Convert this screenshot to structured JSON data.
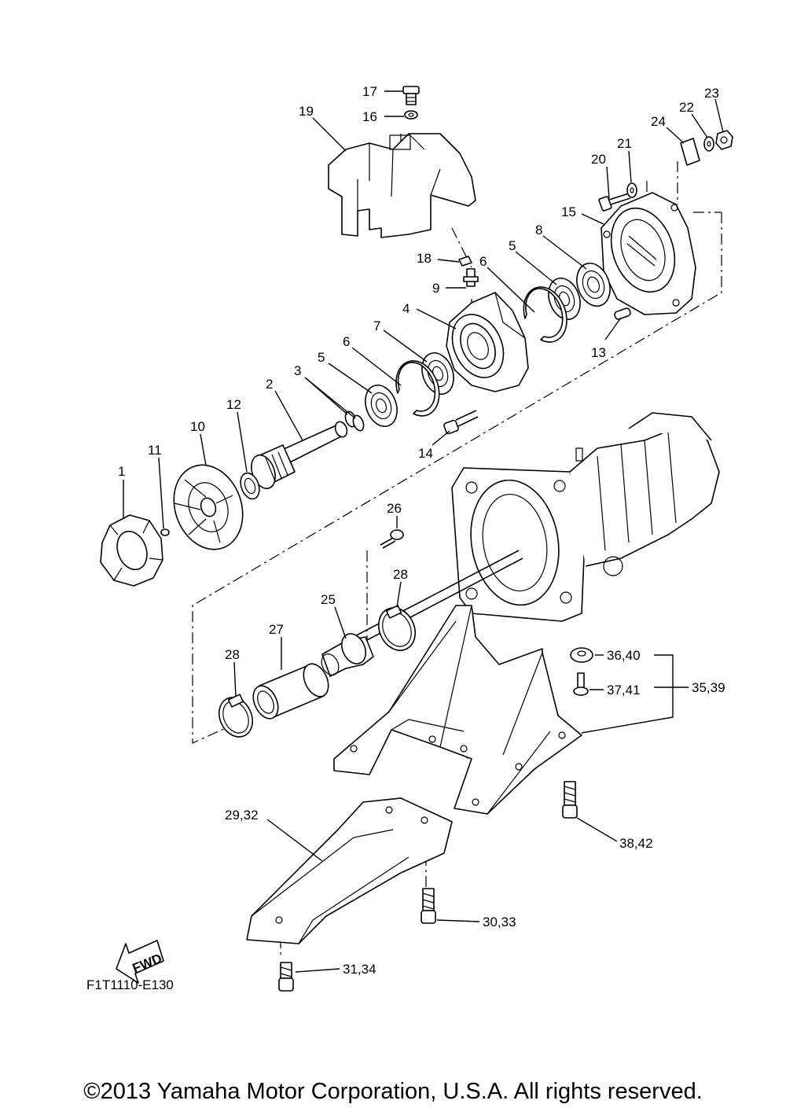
{
  "labels": {
    "p1": "1",
    "p2": "2",
    "p3": "3",
    "p4": "4",
    "p5a": "5",
    "p5b": "5",
    "p6a": "6",
    "p6b": "6",
    "p7": "7",
    "p8": "8",
    "p9": "9",
    "p10": "10",
    "p11": "11",
    "p12": "12",
    "p13": "13",
    "p14": "14",
    "p15": "15",
    "p16": "16",
    "p17": "17",
    "p18": "18",
    "p19": "19",
    "p20": "20",
    "p21": "21",
    "p22": "22",
    "p23": "23",
    "p24": "24",
    "p25": "25",
    "p26": "26",
    "p27": "27",
    "p28a": "28",
    "p28b": "28",
    "p29_32": "29,32",
    "p30_33": "30,33",
    "p31_34": "31,34",
    "p35_39": "35,39",
    "p36_40": "36,40",
    "p37_41": "37,41",
    "p38_42": "38,42"
  },
  "fwd_label": "FWD",
  "figure_code": "F1T1110-E130",
  "copyright": "©2013 Yamaha Motor Corporation, U.S.A. All rights reserved."
}
